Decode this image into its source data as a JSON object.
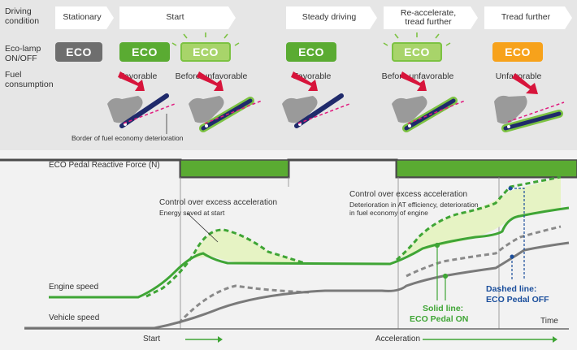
{
  "row_labels": {
    "driving_condition": "Driving\ncondition",
    "eco_lamp": "Eco-lamp\nON/OFF",
    "fuel": "Fuel\nconsumption"
  },
  "phases": [
    "Stationary",
    "Start",
    "Steady driving",
    "Re-accelerate,\ntread further",
    "Tread further"
  ],
  "eco_label": "ECO",
  "fuel_labels": [
    "Favorable",
    "Before unfavorable",
    "Favorable",
    "Before unfavorable",
    "Unfavorable"
  ],
  "border_note": "Border of fuel economy deterioration",
  "reactive_force_label": "ECO Pedal Reactive Force (N)",
  "annotation1": {
    "title": "Control over excess acceleration",
    "sub": "Energy saved at start"
  },
  "annotation2": {
    "title": "Control over excess acceleration",
    "sub": "Deterioration in AT efficiency, deterioration\nin fuel economy of engine"
  },
  "engine_speed": "Engine speed",
  "vehicle_speed": "Vehicle speed",
  "solid_line": {
    "l1": "Solid line:",
    "l2": "ECO Pedal ON"
  },
  "dashed_line": {
    "l1": "Dashed line:",
    "l2": "ECO Pedal OFF"
  },
  "time_label": "Time",
  "start_label": "Start",
  "acceleration_label": "Acceleration",
  "colors": {
    "green": "#3fa535",
    "light_green": "#8cc63f",
    "gray": "#6b6b6b",
    "orange": "#f7a21b",
    "blue": "#1a4e9c",
    "fill": "#e6f3c4",
    "pink": "#e0197d",
    "red": "#d7143b"
  }
}
